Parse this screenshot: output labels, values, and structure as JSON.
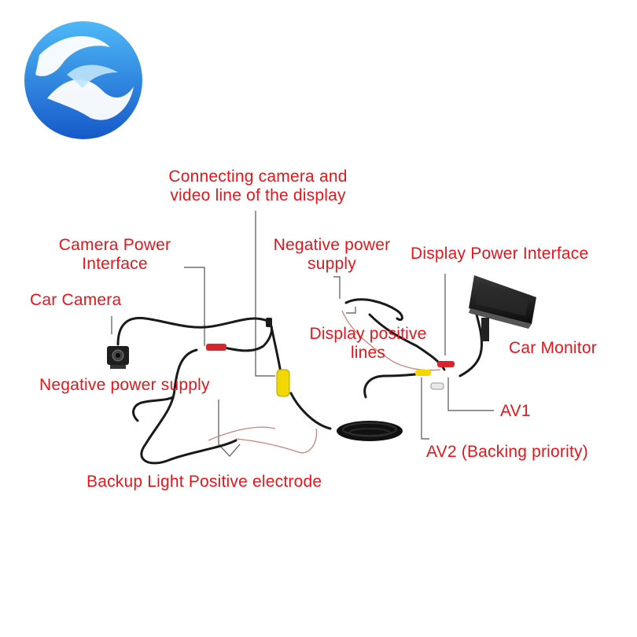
{
  "colors": {
    "label": "#e8151b",
    "leader": "#555555",
    "cable": "#1a1a1a",
    "thin_wire": "#c9837a",
    "rca_yellow": "#f2d800",
    "rca_red": "#d8242b",
    "logo_blue": "#1f74d6",
    "logo_light": "#3aa7f0"
  },
  "icons": {
    "logo": "brand-logo-icon",
    "camera": "car-camera-icon",
    "monitor": "car-monitor-icon"
  },
  "labels": {
    "video_line": "Connecting camera and video line of the display",
    "camera_power": "Camera Power Interface",
    "car_camera": "Car Camera",
    "negative_supply_left": "Negative power supply",
    "negative_supply_right": "Negative power supply",
    "display_positive": "Display positive lines",
    "display_power": "Display Power Interface",
    "car_monitor": "Car Monitor",
    "av1": "AV1",
    "av2": "AV2 (Backing priority)",
    "backup_light": "Backup Light Positive electrode"
  }
}
